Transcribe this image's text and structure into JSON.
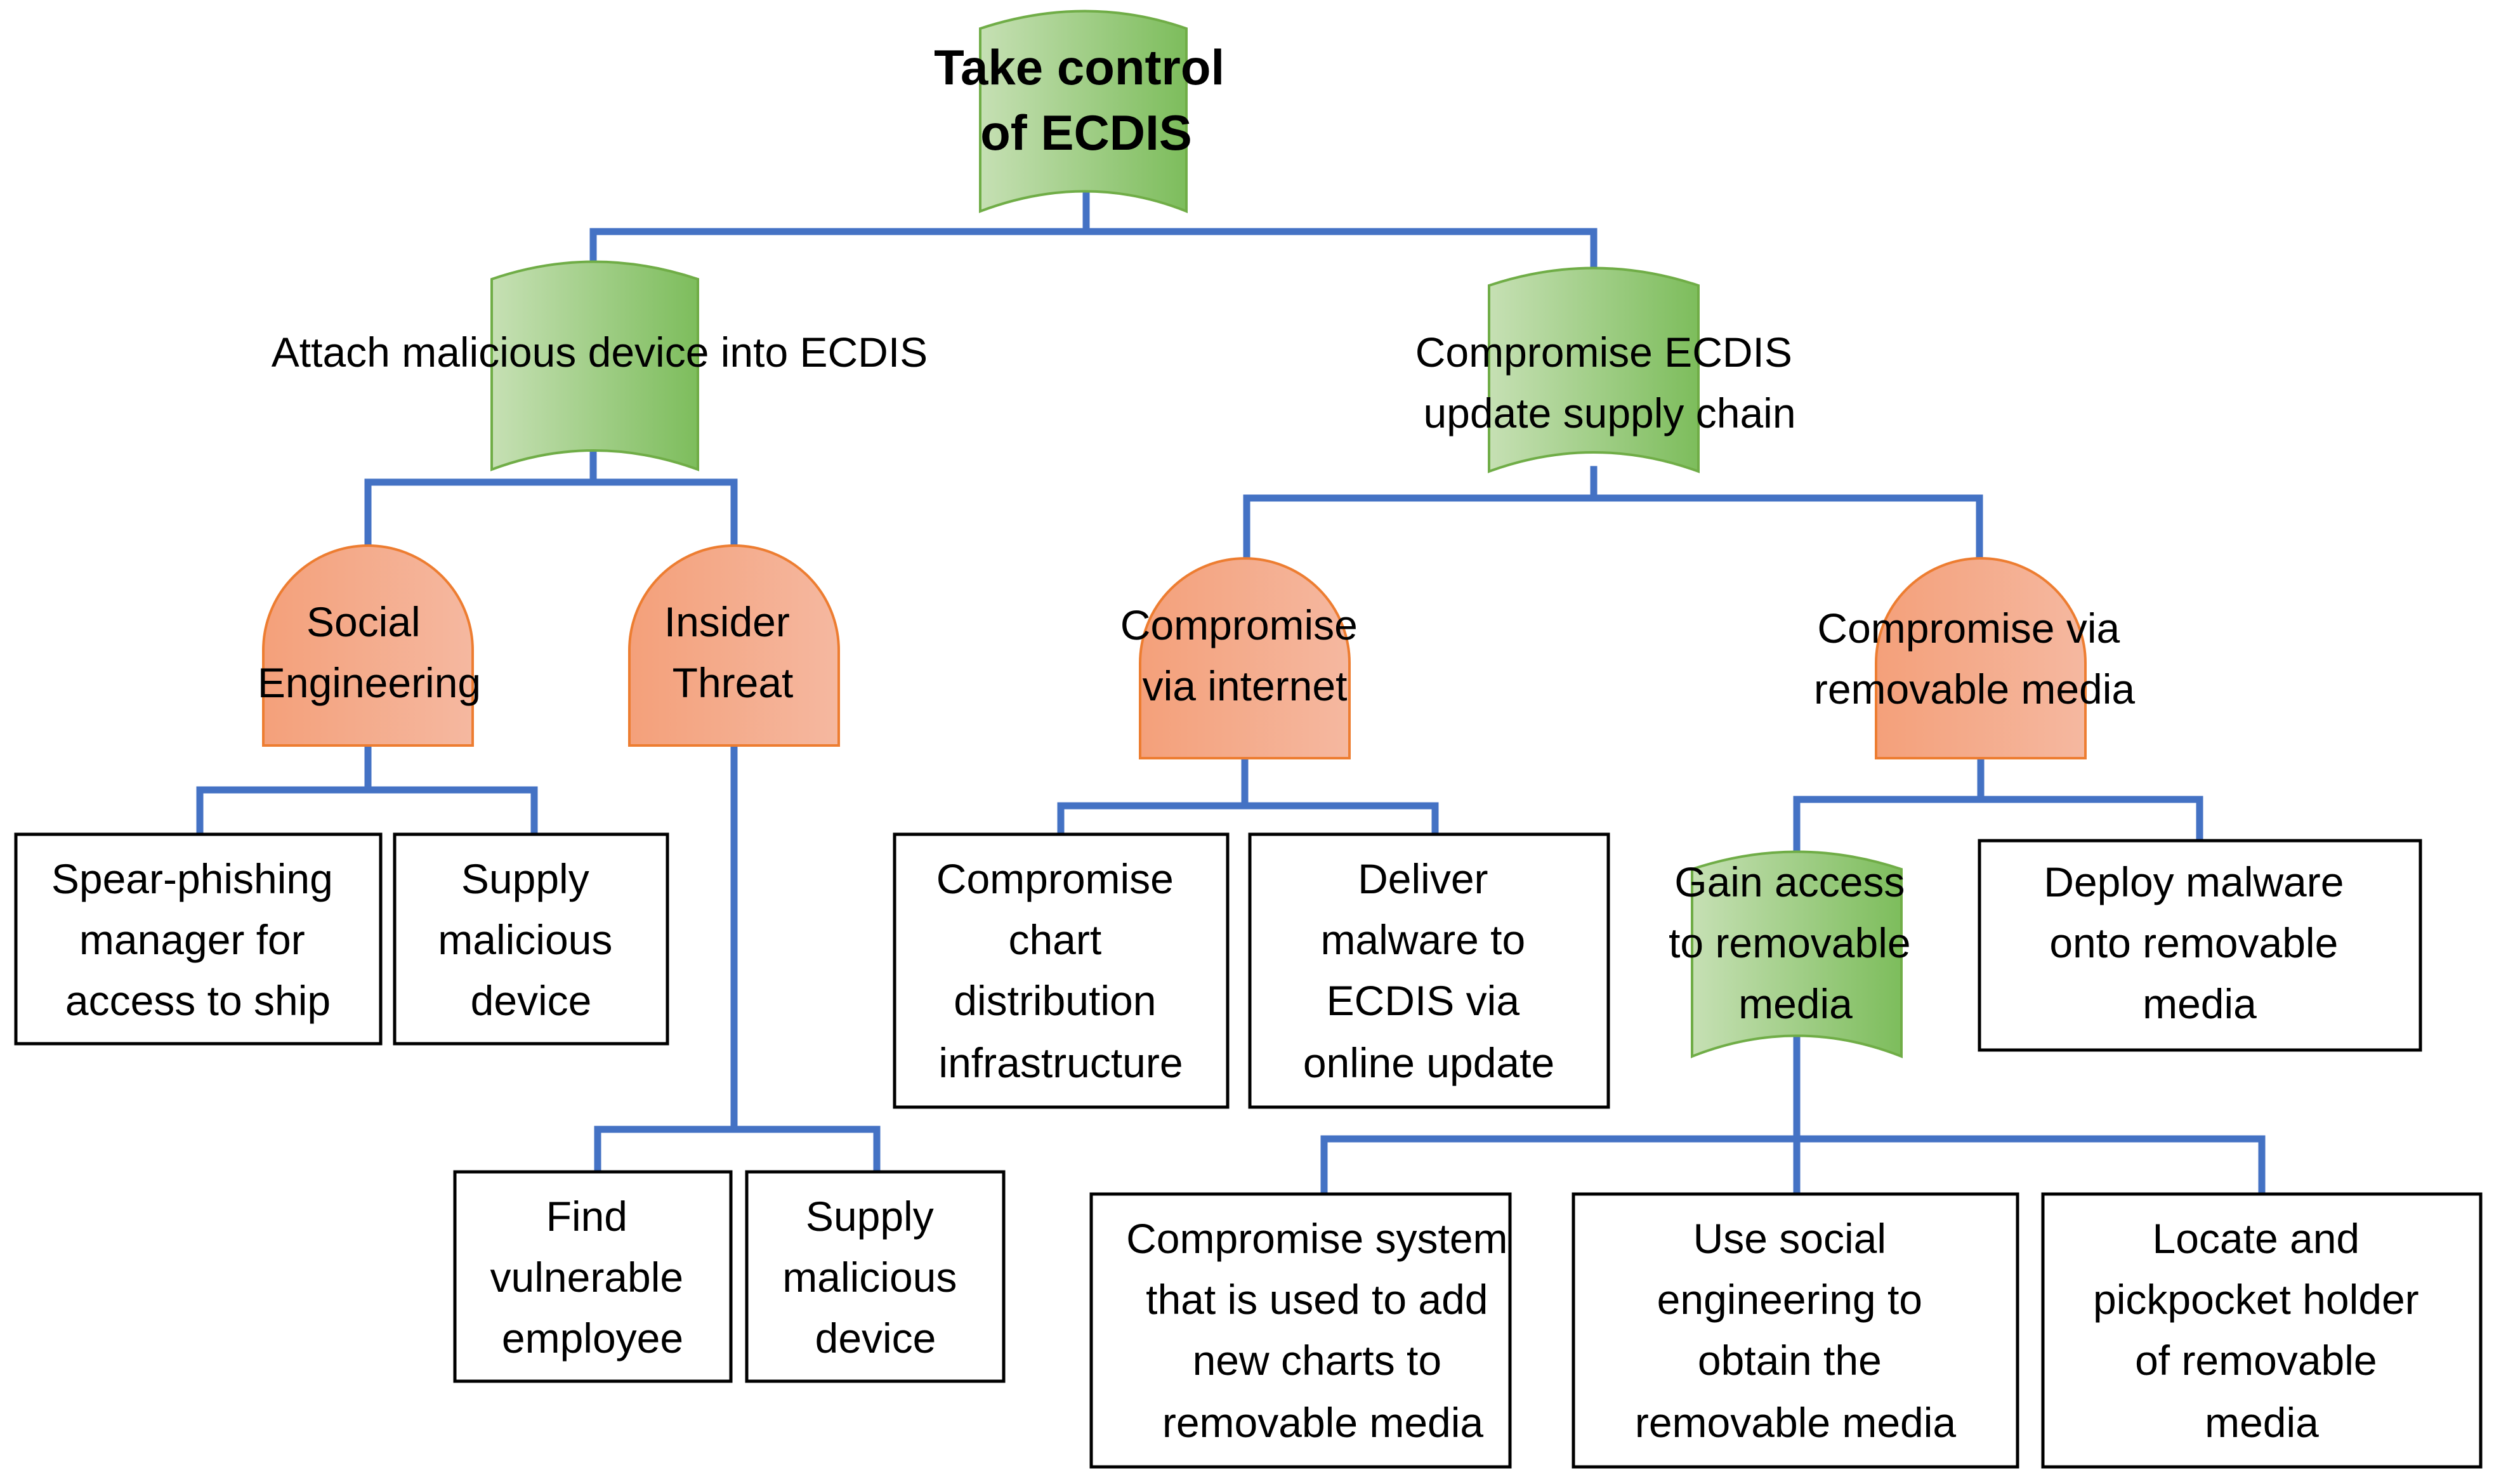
{
  "colors": {
    "line": "#4472C4",
    "or_gate_light": "#c6e0b4",
    "or_gate_dark": "#7dbd5c",
    "or_gate_stroke": "#70ad47",
    "and_gate_light": "#f5b8a0",
    "and_gate_dark": "#f4a07a",
    "and_gate_stroke": "#ed7d31",
    "box_border": "#000000",
    "text": "#000000"
  },
  "nodes": {
    "root": {
      "gate": "or",
      "lines": [
        "Take control",
        "of ECDIS"
      ]
    },
    "attach": {
      "gate": "or",
      "lines": [
        "Attach malicious device into ECDIS"
      ]
    },
    "supply": {
      "gate": "or",
      "lines": [
        "Compromise ECDIS",
        "update supply chain"
      ]
    },
    "social": {
      "gate": "and",
      "lines": [
        "Social",
        "Engineering"
      ]
    },
    "insider": {
      "gate": "and",
      "lines": [
        "Insider",
        "Threat"
      ]
    },
    "internet": {
      "gate": "and",
      "lines": [
        "Compromise",
        "via internet"
      ]
    },
    "removable": {
      "gate": "and",
      "lines": [
        "Compromise via",
        "removable media"
      ]
    },
    "gain": {
      "gate": "or",
      "lines": [
        "Gain access",
        "to removable",
        "media"
      ]
    },
    "spear": {
      "gate": "leaf",
      "lines": [
        "Spear-phishing",
        "manager for",
        "access to ship"
      ]
    },
    "supply_dev1": {
      "gate": "leaf",
      "lines": [
        "Supply",
        "malicious",
        "device"
      ]
    },
    "find": {
      "gate": "leaf",
      "lines": [
        "Find",
        "vulnerable",
        "employee"
      ]
    },
    "supply_dev2": {
      "gate": "leaf",
      "lines": [
        "Supply",
        "malicious",
        "device"
      ]
    },
    "chart_infra": {
      "gate": "leaf",
      "lines": [
        "Compromise",
        "chart",
        "distribution",
        "infrastructure"
      ]
    },
    "deliver": {
      "gate": "leaf",
      "lines": [
        "Deliver",
        "malware to",
        "ECDIS via",
        "online update"
      ]
    },
    "deploy": {
      "gate": "leaf",
      "lines": [
        "Deploy malware",
        "onto removable",
        "media"
      ]
    },
    "comp_sys": {
      "gate": "leaf",
      "lines": [
        "Compromise system",
        "that is used to add",
        "new charts to",
        "removable media"
      ]
    },
    "use_social": {
      "gate": "leaf",
      "lines": [
        "Use social",
        "engineering to",
        "obtain the",
        "removable media"
      ]
    },
    "pickpocket": {
      "gate": "leaf",
      "lines": [
        "Locate and",
        "pickpocket holder",
        "of removable",
        "media"
      ]
    }
  },
  "edges": [
    [
      "root",
      "attach"
    ],
    [
      "root",
      "supply"
    ],
    [
      "attach",
      "social"
    ],
    [
      "attach",
      "insider"
    ],
    [
      "supply",
      "internet"
    ],
    [
      "supply",
      "removable"
    ],
    [
      "social",
      "spear"
    ],
    [
      "social",
      "supply_dev1"
    ],
    [
      "insider",
      "find"
    ],
    [
      "insider",
      "supply_dev2"
    ],
    [
      "internet",
      "chart_infra"
    ],
    [
      "internet",
      "deliver"
    ],
    [
      "removable",
      "gain"
    ],
    [
      "removable",
      "deploy"
    ],
    [
      "gain",
      "comp_sys"
    ],
    [
      "gain",
      "use_social"
    ],
    [
      "gain",
      "pickpocket"
    ]
  ]
}
